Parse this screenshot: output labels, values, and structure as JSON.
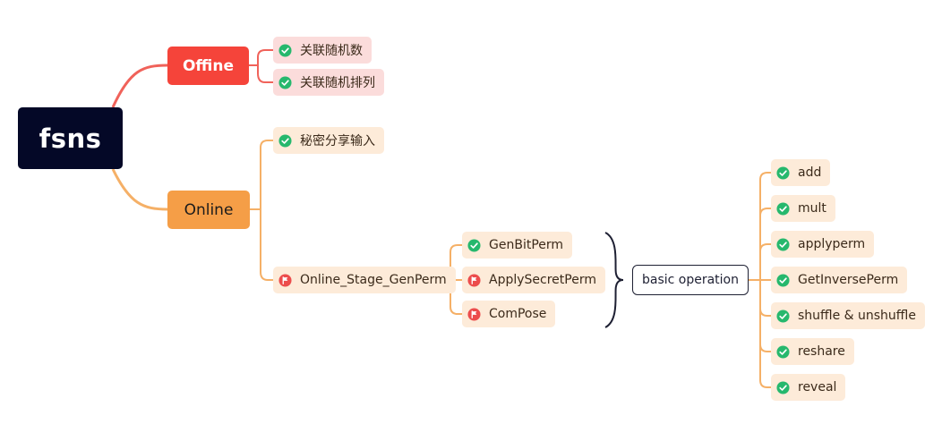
{
  "colors": {
    "root_bg": "#040827",
    "offline": "#f5443a",
    "online": "#f59e47",
    "offline_link": "#f0625a",
    "online_link": "#f5b067",
    "sub_red_bg": "#fbdcdb",
    "sub_orange_bg": "#fdebd9",
    "check_green": "#26b86d",
    "flag_red": "#ec4c4c",
    "bracket": "#1e2033"
  },
  "root": {
    "label": "fsns"
  },
  "offline": {
    "label": "Offine",
    "children": [
      {
        "label": "关联随机数",
        "status": "check-icon"
      },
      {
        "label": "关联随机排列",
        "status": "check-icon"
      }
    ]
  },
  "online": {
    "label": "Online",
    "children": [
      {
        "label": "秘密分享输入",
        "status": "check-icon"
      },
      {
        "label": "Online_Stage_GenPerm",
        "status": "flag-icon"
      }
    ],
    "genperm_children": [
      {
        "label": "GenBitPerm",
        "status": "check-icon"
      },
      {
        "label": "ApplySecretPerm",
        "status": "flag-icon"
      },
      {
        "label": "ComPose",
        "status": "flag-icon"
      }
    ]
  },
  "basic_operation": {
    "label": "basic operation",
    "children": [
      {
        "label": "add",
        "status": "check-icon"
      },
      {
        "label": "mult",
        "status": "check-icon"
      },
      {
        "label": "applyperm",
        "status": "check-icon"
      },
      {
        "label": "GetInversePerm",
        "status": "check-icon"
      },
      {
        "label": "shuffle & unshuffle",
        "status": "check-icon"
      },
      {
        "label": "reshare",
        "status": "check-icon"
      },
      {
        "label": "reveal",
        "status": "check-icon"
      }
    ]
  }
}
